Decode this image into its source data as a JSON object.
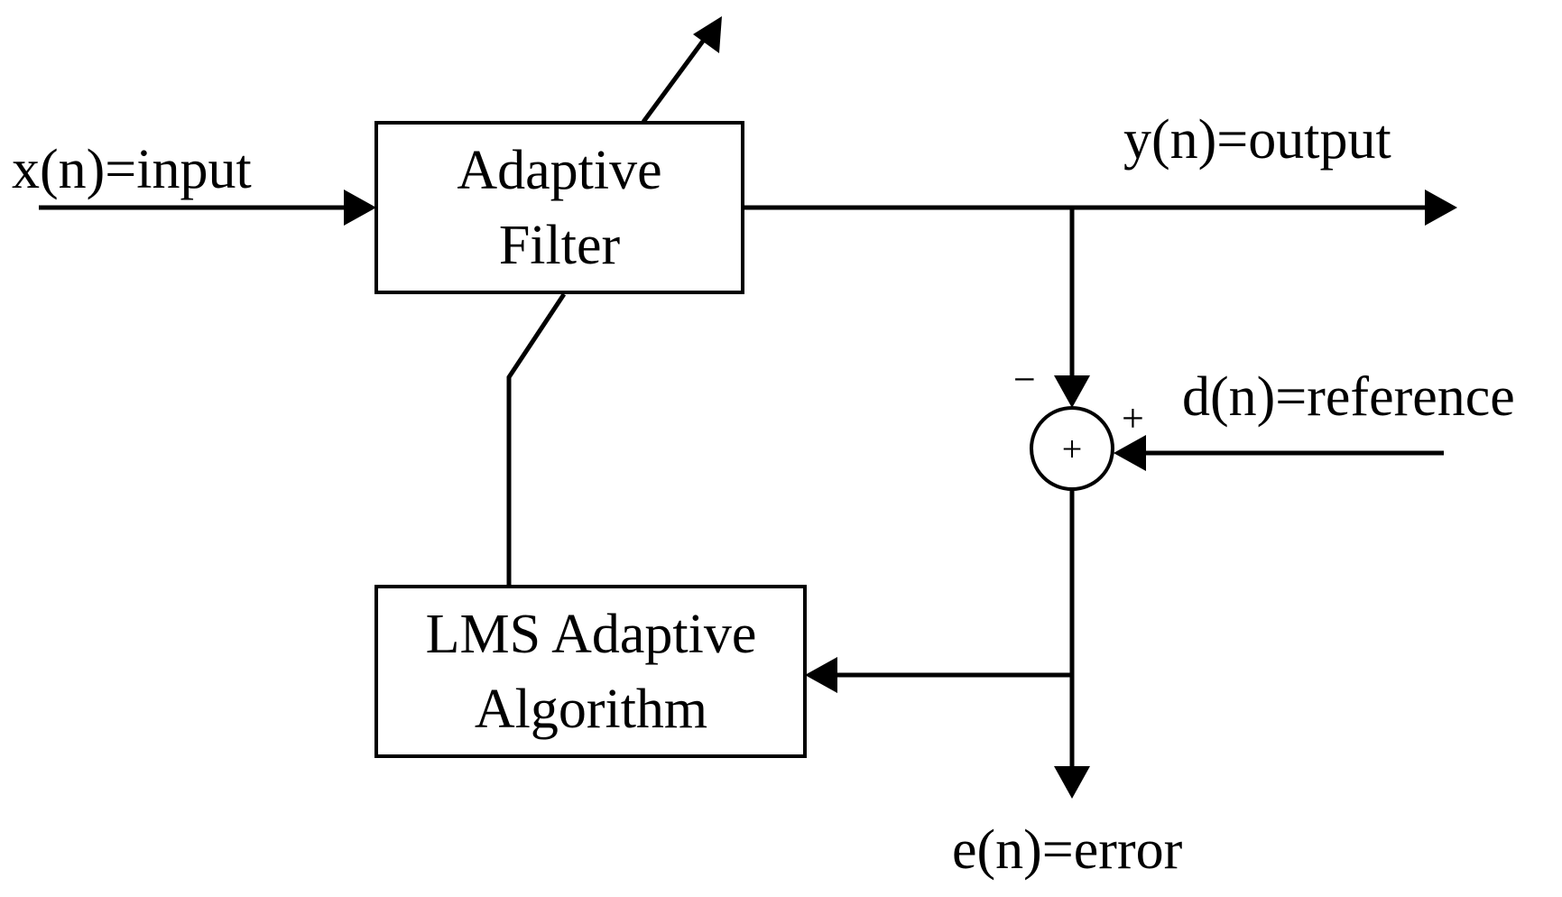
{
  "signals": {
    "input": "x(n)=input",
    "output": "y(n)=output",
    "reference": "d(n)=reference",
    "error": "e(n)=error"
  },
  "blocks": {
    "adaptive_filter": {
      "line1": "Adaptive",
      "line2": "Filter"
    },
    "lms_algorithm": {
      "line1": "LMS Adaptive",
      "line2": "Algorithm"
    }
  },
  "summing_junction": {
    "symbol": "+",
    "minus_sign": "−",
    "plus_sign": "+"
  }
}
